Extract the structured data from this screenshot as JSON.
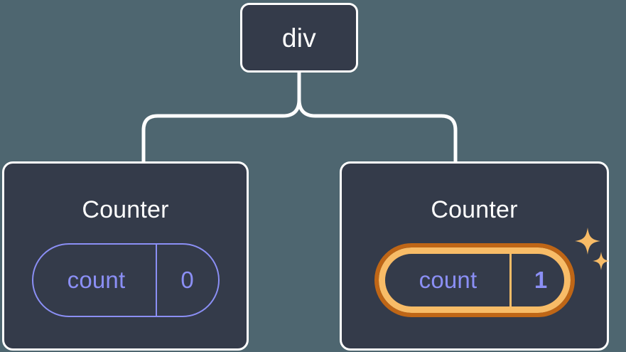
{
  "diagram": {
    "type": "component-tree",
    "title": "React component tree with highlighted state update",
    "background_color": "#4e6670",
    "node_fill_color": "#343b4a",
    "node_border_color": "#ffffff",
    "connector_color": "#ffffff",
    "state_color": "#8b8ff5",
    "highlight_outer_color": "#bf6616",
    "highlight_inner_color": "#f8bc67",
    "sparkle_color": "#f8bc67"
  },
  "root": {
    "label": "div"
  },
  "children": [
    {
      "label": "Counter",
      "state": {
        "key": "count",
        "value": "0"
      },
      "highlighted": false,
      "sparkles": false
    },
    {
      "label": "Counter",
      "state": {
        "key": "count",
        "value": "1"
      },
      "highlighted": true,
      "sparkles": true
    }
  ]
}
